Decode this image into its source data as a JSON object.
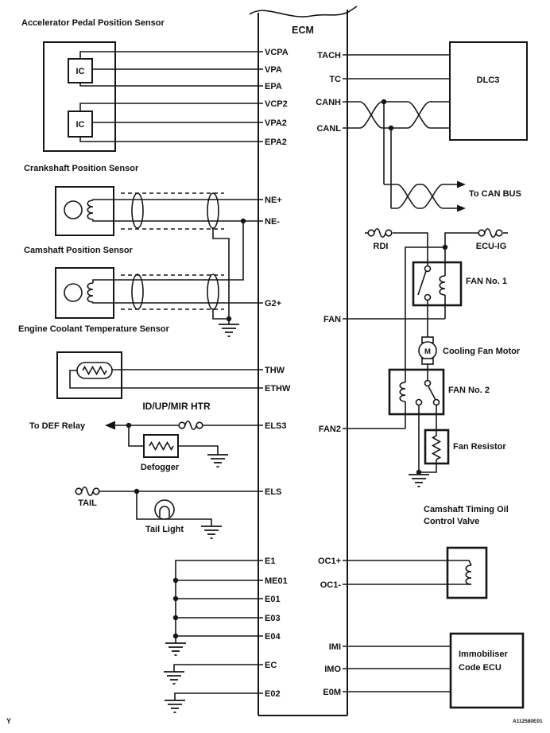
{
  "diagram": {
    "ecm_label": "ECM",
    "footer_code": "A112580E01",
    "page_marker": "Y",
    "line_color": "#161616",
    "bg_color": "#ffffff"
  },
  "pins": {
    "left": {
      "vcpa": "VCPA",
      "vpa": "VPA",
      "epa": "EPA",
      "vcp2": "VCP2",
      "vpa2": "VPA2",
      "epa2": "EPA2",
      "ne_plus": "NE+",
      "ne_minus": "NE-",
      "g2_plus": "G2+",
      "thw": "THW",
      "ethw": "ETHW",
      "els3": "ELS3",
      "els": "ELS",
      "e1": "E1",
      "me01": "ME01",
      "e01": "E01",
      "e03": "E03",
      "e04": "E04",
      "ec": "EC",
      "e02": "E02"
    },
    "right": {
      "tach": "TACH",
      "tc": "TC",
      "canh": "CANH",
      "canl": "CANL",
      "fan": "FAN",
      "fan2": "FAN2",
      "oc1_plus": "OC1+",
      "oc1_minus": "OC1-",
      "imi": "IMI",
      "imo": "IMO",
      "e0m": "E0M"
    }
  },
  "components": {
    "accelerator_sensor": "Accelerator Pedal Position Sensor",
    "ic": "IC",
    "crankshaft_sensor": "Crankshaft Position Sensor",
    "camshaft_sensor": "Camshaft Position Sensor",
    "ect_sensor": "Engine Coolant Temperature Sensor",
    "id_up_mir_htr": "ID/UP/MIR HTR",
    "to_def_relay": "To DEF Relay",
    "defogger": "Defogger",
    "tail": "TAIL",
    "tail_light": "Tail Light",
    "dlc3": "DLC3",
    "to_can_bus": "To CAN BUS",
    "rdi": "RDI",
    "ecu_ig": "ECU-IG",
    "fan_no1": "FAN No. 1",
    "cooling_fan_motor": "Cooling Fan Motor",
    "fan_no2": "FAN No. 2",
    "fan_resistor": "Fan Resistor",
    "oil_valve_line1": "Camshaft Timing Oil",
    "oil_valve_line2": "Control Valve",
    "immobiliser_line1": "Immobiliser",
    "immobiliser_line2": "Code ECU",
    "motor_m": "M"
  }
}
